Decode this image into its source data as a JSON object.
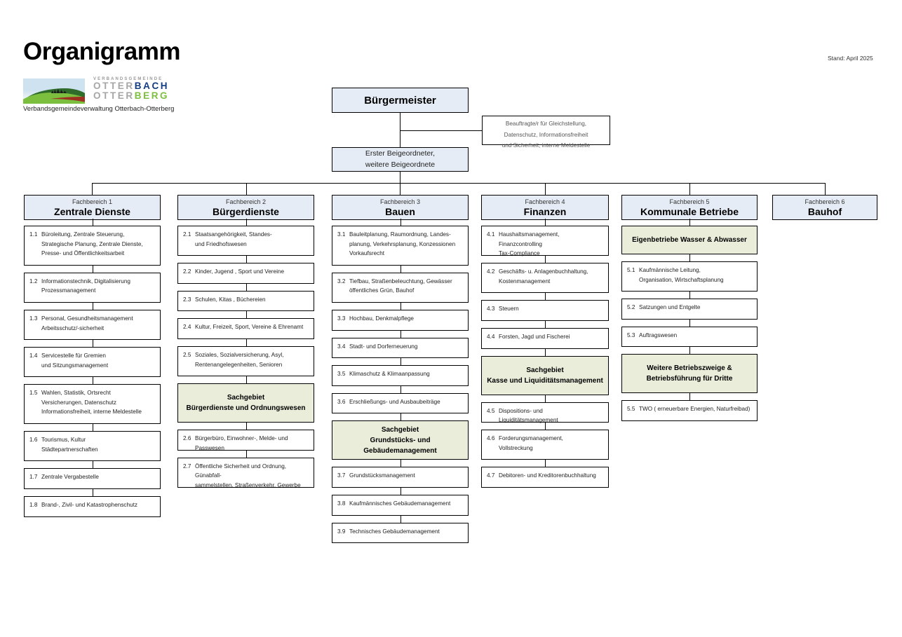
{
  "header": {
    "title": "Organigramm",
    "stand": "Stand: April 2025",
    "logo": {
      "kicker": "VERBANDSGEMEINDE",
      "line1_grey": "OTTER",
      "line1_accent": "BACH",
      "line2_grey": "OTTER",
      "line2_accent": "BERG"
    },
    "subtitle": "Verbandsgemeindeverwaltung Otterbach-Otterberg"
  },
  "top": {
    "mayor": "Bürgermeister",
    "deputy_line1": "Erster Beigeordneter,",
    "deputy_line2": "weitere Beigeordnete",
    "officer_line1": "Beauftragte/r für Gleichstellung,",
    "officer_line2": "Datenschutz, Informationsfreiheit",
    "officer_line3": "und Sicherheit, interne Meldestelle"
  },
  "colors": {
    "box_blue": "#e6ecf5",
    "box_green": "#e9edda",
    "border": "#000000",
    "logo_blue": "#133c82",
    "logo_green": "#7cbf3f"
  },
  "departments": [
    {
      "label": "Fachbereich 1",
      "name": "Zentrale Dienste",
      "items": [
        {
          "type": "task",
          "num": "1.1",
          "lines": [
            "Büroleitung, Zentrale Steuerung,",
            "Strategische Planung, Zentrale Dienste,",
            "Presse- und Öffentlichkeitsarbeit"
          ]
        },
        {
          "type": "task",
          "num": "1.2",
          "lines": [
            "Informationstechnik, Digitalisierung",
            "Prozessmanagement"
          ]
        },
        {
          "type": "task",
          "num": "1.3",
          "lines": [
            "Personal, Gesundheitsmanagement",
            "Arbeitsschutz/-sicherheit"
          ]
        },
        {
          "type": "task",
          "num": "1.4",
          "lines": [
            "Servicestelle für Gremien",
            "und Sitzungsmanagement"
          ]
        },
        {
          "type": "task",
          "num": "1.5",
          "lines": [
            "Wahlen, Statistik, Ortsrecht",
            "Versicherungen, Datenschutz",
            "Informationsfreiheit, interne Meldestelle"
          ]
        },
        {
          "type": "task",
          "num": "1.6",
          "lines": [
            "Tourismus, Kultur",
            "Städtepartnerschaften"
          ]
        },
        {
          "type": "task",
          "num": "1.7",
          "lines": [
            "Zentrale Vergabestelle"
          ]
        },
        {
          "type": "task",
          "num": "1.8",
          "lines": [
            "Brand-, Zivil- und Katastrophenschutz"
          ]
        }
      ]
    },
    {
      "label": "Fachbereich 2",
      "name": "Bürgerdienste",
      "items": [
        {
          "type": "task",
          "num": "2.1",
          "lines": [
            "Staatsangehörigkeit, Standes-",
            "und  Friedhofswesen"
          ]
        },
        {
          "type": "task",
          "num": "2.2",
          "lines": [
            "Kinder, Jugend , Sport und Vereine"
          ]
        },
        {
          "type": "task",
          "num": "2.3",
          "lines": [
            "Schulen, Kitas , Büchereien"
          ]
        },
        {
          "type": "task",
          "num": "2.4",
          "lines": [
            "Kultur, Freizeit, Sport, Vereine & Ehrenamt"
          ]
        },
        {
          "type": "task",
          "num": "2.5",
          "lines": [
            "Soziales, Sozialversicherung, Asyl,",
            "Rentenangelegenheiten, Senioren"
          ]
        },
        {
          "type": "group",
          "lines": [
            "Sachgebiet",
            "Bürgerdienste und Ordnungswesen"
          ]
        },
        {
          "type": "task",
          "num": "2.6",
          "lines": [
            "Bürgerbüro, Einwohner-, Melde- und Passwesen"
          ]
        },
        {
          "type": "task",
          "num": "2.7",
          "lines": [
            "Öffentliche Sicherheit und Ordnung, Günabfall-",
            "sammelstellen, Straßenverkehr, Gewerbe"
          ]
        }
      ]
    },
    {
      "label": "Fachbereich 3",
      "name": "Bauen",
      "items": [
        {
          "type": "task",
          "num": "3.1",
          "lines": [
            "Bauleitplanung, Raumordnung, Landes-",
            "planung, Verkehrsplanung, Konzessionen",
            "Vorkaufsrecht"
          ]
        },
        {
          "type": "task",
          "num": "3.2",
          "lines": [
            "Tiefbau, Straßenbeleuchtung, Gewässer",
            "öffentliches Grün, Bauhof"
          ]
        },
        {
          "type": "task",
          "num": "3.3",
          "lines": [
            "Hochbau, Denkmalpflege"
          ]
        },
        {
          "type": "task",
          "num": "3.4",
          "lines": [
            "Stadt- und Dorferneuerung"
          ]
        },
        {
          "type": "task",
          "num": "3.5",
          "lines": [
            "Klimaschutz & Klimaanpassung"
          ]
        },
        {
          "type": "task",
          "num": "3.6",
          "lines": [
            "Erschließungs- und Ausbaubeiträge"
          ]
        },
        {
          "type": "group",
          "lines": [
            "Sachgebiet",
            "Grundstücks- und Gebäudemanagement"
          ]
        },
        {
          "type": "task",
          "num": "3.7",
          "lines": [
            "Grundstücksmanagement"
          ]
        },
        {
          "type": "task",
          "num": "3.8",
          "lines": [
            "Kaufmännisches Gebäudemanagement"
          ]
        },
        {
          "type": "task",
          "num": "3.9",
          "lines": [
            "Technisches  Gebäudemanagement"
          ]
        }
      ]
    },
    {
      "label": "Fachbereich 4",
      "name": "Finanzen",
      "items": [
        {
          "type": "task",
          "num": "4.1",
          "lines": [
            "Haushaltsmanagement,  Finanzcontrolling",
            "Tax-Compliance"
          ]
        },
        {
          "type": "task",
          "num": "4.2",
          "lines": [
            "Geschäfts- u. Anlagenbuchhaltung,",
            "Kostenmanagement"
          ]
        },
        {
          "type": "task",
          "num": "4.3",
          "lines": [
            "Steuern"
          ]
        },
        {
          "type": "task",
          "num": "4.4",
          "lines": [
            "Forsten, Jagd und Fischerei"
          ]
        },
        {
          "type": "group",
          "lines": [
            "Sachgebiet",
            "Kasse und Liquiditätsmanagement"
          ]
        },
        {
          "type": "task",
          "num": "4.5",
          "lines": [
            "Dispositions- und Liquiditätsmanagement"
          ]
        },
        {
          "type": "task",
          "num": "4.6",
          "lines": [
            "Forderungsmanagement,",
            "Vollstreckung"
          ]
        },
        {
          "type": "task",
          "num": "4.7",
          "lines": [
            "Debitoren- und Kreditorenbuchhaltung"
          ]
        }
      ]
    },
    {
      "label": "Fachbereich 5",
      "name": "Kommunale Betriebe",
      "items": [
        {
          "type": "group",
          "lines": [
            "Eigenbetriebe Wasser & Abwasser"
          ]
        },
        {
          "type": "task",
          "num": "5.1",
          "lines": [
            "Kaufmännische Leitung,",
            "Organisation, Wirtschaftsplanung"
          ]
        },
        {
          "type": "task",
          "num": "5.2",
          "lines": [
            "Satzungen und Entgelte"
          ]
        },
        {
          "type": "task",
          "num": "5.3",
          "lines": [
            "Auftragswesen"
          ]
        },
        {
          "type": "group",
          "lines": [
            "Weitere Betriebszweige &",
            "Betriebsführung für Dritte"
          ]
        },
        {
          "type": "task",
          "num": "5.5",
          "lines": [
            "TWO ( erneuerbare Energien, Naturfreibad)"
          ]
        }
      ]
    },
    {
      "label": "Fachbereich 6",
      "name": "Bauhof",
      "items": []
    }
  ]
}
